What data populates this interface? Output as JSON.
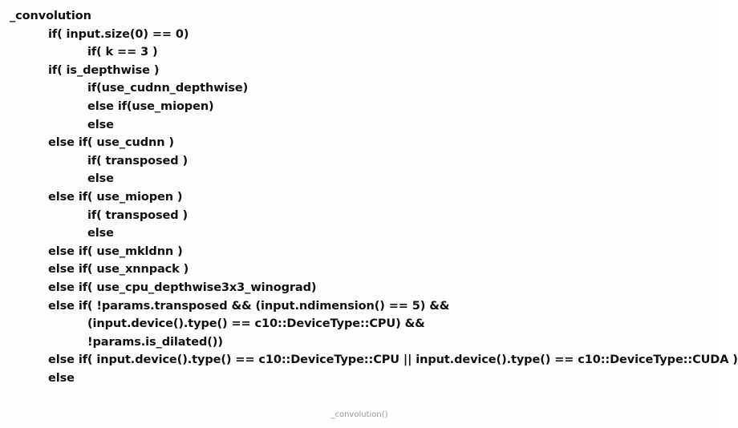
{
  "code_lines": [
    {
      "indent": 0,
      "text": "_convolution"
    },
    {
      "indent": 1,
      "text": "if( input.size(0) == 0)"
    },
    {
      "indent": 2,
      "text": "if( k == 3 )"
    },
    {
      "indent": 1,
      "text": "if( is_depthwise )"
    },
    {
      "indent": 2,
      "text": "if(use_cudnn_depthwise)"
    },
    {
      "indent": 2,
      "text": "else if(use_miopen)"
    },
    {
      "indent": 2,
      "text": "else"
    },
    {
      "indent": 1,
      "text": "else if( use_cudnn )"
    },
    {
      "indent": 2,
      "text": "if( transposed )"
    },
    {
      "indent": 2,
      "text": "else"
    },
    {
      "indent": 1,
      "text": "else if( use_miopen )"
    },
    {
      "indent": 2,
      "text": "if( transposed )"
    },
    {
      "indent": 2,
      "text": "else"
    },
    {
      "indent": 1,
      "text": "else if( use_mkldnn )"
    },
    {
      "indent": 1,
      "text": "else if( use_xnnpack )"
    },
    {
      "indent": 1,
      "text": "else if( use_cpu_depthwise3x3_winograd)"
    },
    {
      "indent": 1,
      "text": "else if( !params.transposed && (input.ndimension() == 5) &&"
    },
    {
      "indent": 2,
      "text": "(input.device().type() == c10::DeviceType::CPU) &&"
    },
    {
      "indent": 2,
      "text": "!params.is_dilated())"
    },
    {
      "indent": 1,
      "text": "else if( input.device().type() == c10::DeviceType::CPU || input.device().type() == c10::DeviceType::CUDA )"
    },
    {
      "indent": 1,
      "text": "else"
    }
  ],
  "caption": "_convolution()"
}
